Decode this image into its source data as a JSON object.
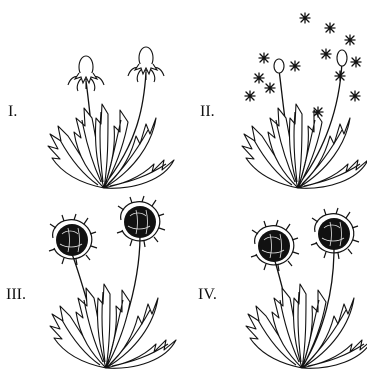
{
  "labels": {
    "p1": "I.",
    "p2": "II.",
    "p3": "III.",
    "p4": "IV."
  },
  "panels": [
    {
      "id": "p1",
      "flower_state": "closed-bud-with-sepals",
      "icon": "dandelion-bud-icon"
    },
    {
      "id": "p2",
      "flower_state": "seed-heads-dispersing",
      "icon": "dandelion-seed-icon"
    },
    {
      "id": "p3",
      "flower_state": "full-bloom",
      "icon": "dandelion-flower-icon"
    },
    {
      "id": "p4",
      "flower_state": "full-bloom",
      "icon": "dandelion-flower-icon"
    }
  ],
  "colors": {
    "ink": "#111111",
    "background": "#ffffff"
  }
}
